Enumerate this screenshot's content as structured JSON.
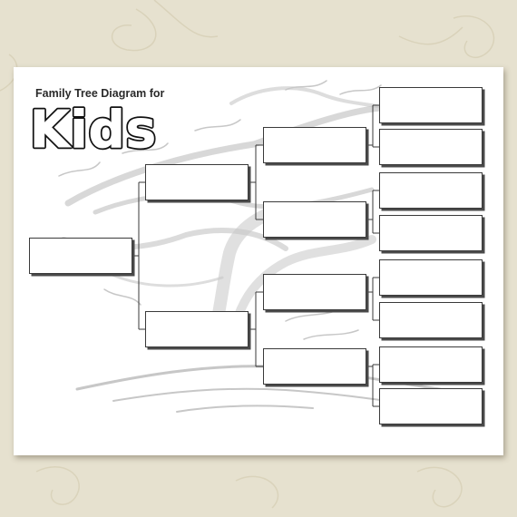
{
  "header": {
    "title_line": "Family Tree Diagram for",
    "kids_word": "Kids"
  },
  "colors": {
    "background": "#e6e1cf",
    "paper": "#ffffff",
    "box_border": "#3a3a3a",
    "tree_sketch": "#c7c7c7"
  },
  "tree": {
    "generations": [
      {
        "level": 1,
        "empty_boxes": 1
      },
      {
        "level": 2,
        "empty_boxes": 2
      },
      {
        "level": 3,
        "empty_boxes": 4
      },
      {
        "level": 4,
        "empty_boxes": 8
      }
    ]
  }
}
